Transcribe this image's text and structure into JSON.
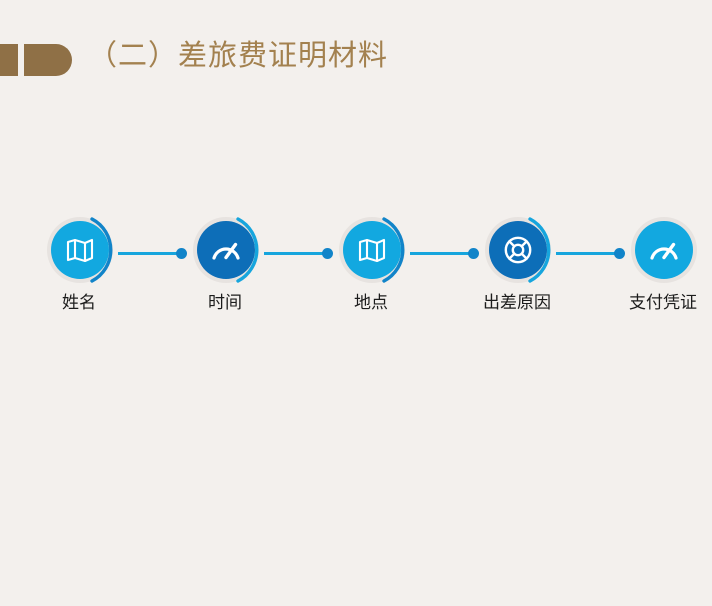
{
  "page": {
    "background_color": "#f3f0ed"
  },
  "header": {
    "title": "（二）差旅费证明材料",
    "title_color": "#a3814f",
    "decoration": {
      "name": "brown-bar-decoration",
      "color": "#8f7046"
    }
  },
  "process": {
    "accent_light": "#12a8e0",
    "accent_dark": "#0d6eb8",
    "connector_color": "#16a5dd",
    "ring_color": "#e7e3e0",
    "steps": [
      {
        "label": "姓名",
        "icon": "map-icon",
        "tone": "light",
        "has_arc": true,
        "arc_color": "#1184c9"
      },
      {
        "label": "时间",
        "icon": "gauge-icon",
        "tone": "dark",
        "has_arc": true,
        "arc_color": "#16a5dd"
      },
      {
        "label": "地点",
        "icon": "map-icon",
        "tone": "light",
        "has_arc": true,
        "arc_color": "#1184c9"
      },
      {
        "label": "出差原因",
        "icon": "lifebuoy-icon",
        "tone": "dark",
        "has_arc": true,
        "arc_color": "#16a5dd"
      },
      {
        "label": "支付凭证",
        "icon": "gauge-icon",
        "tone": "light",
        "has_arc": false,
        "arc_color": "#1184c9"
      }
    ],
    "connectors": [
      {
        "name": "connector-1-2"
      },
      {
        "name": "connector-2-3"
      },
      {
        "name": "connector-3-4"
      },
      {
        "name": "connector-4-5"
      }
    ]
  }
}
